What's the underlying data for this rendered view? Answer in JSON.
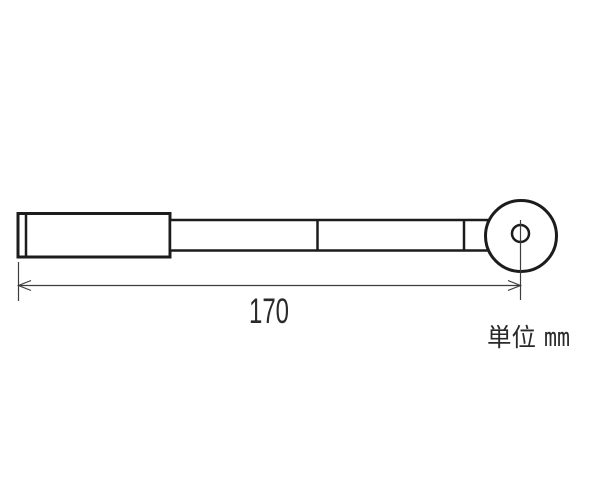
{
  "drawing": {
    "type": "technical-drawing",
    "subject": "roller tool side view",
    "dimension": {
      "value": "170"
    },
    "unit": {
      "label": "単位",
      "value": "mm"
    }
  },
  "colors": {
    "background": "#ffffff",
    "outline": "#1c1c1c",
    "dimension_line": "#3d3d3d",
    "text": "#2a2a2a"
  }
}
